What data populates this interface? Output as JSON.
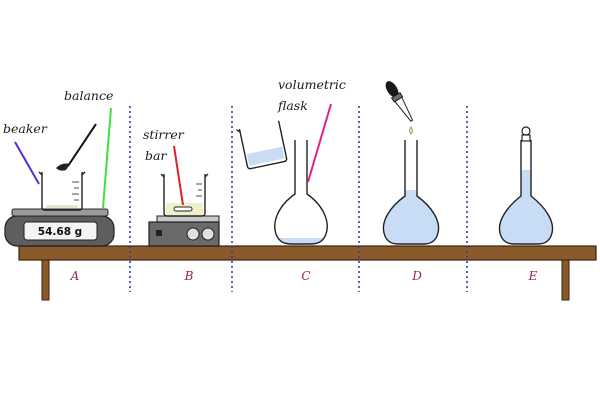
{
  "labels": {
    "beaker": "beaker",
    "balance": "balance",
    "stirrer_line1": "stirrer",
    "stirrer_line2": "bar",
    "flask_line1": "volumetric",
    "flask_line2": "flask"
  },
  "balance_readout": "54.68  g",
  "steps": [
    "A",
    "B",
    "C",
    "D",
    "E"
  ],
  "colors": {
    "liquid": "#c9dcf5",
    "bench": "#8b5a2b",
    "divider": "#2f3f9a",
    "step_label": "#9b2335",
    "pointer_beaker": "#5b2bd6",
    "pointer_balance": "#44dd44",
    "pointer_stirrer": "#e02020",
    "pointer_flask": "#e0208a"
  },
  "icons": [
    "dropper-icon",
    "stopper-icon"
  ]
}
